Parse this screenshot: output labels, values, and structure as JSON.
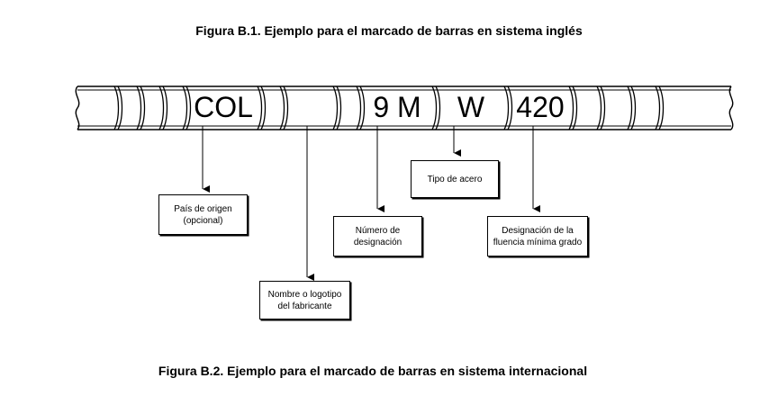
{
  "captions": {
    "top": "Figura B.1. Ejemplo para el marcado de barras en sistema inglés",
    "bottom": "Figura B.2. Ejemplo para el marcado de barras en sistema internacional"
  },
  "bar_markings": {
    "origin": "COL",
    "designation": "9 M",
    "steel_type": "W",
    "grade": "420"
  },
  "labels": {
    "origin": "País de origen (opcional)",
    "manufacturer": "Nombre o logotipo del fabricante",
    "designation_number": "Número de designación",
    "steel_type": "Tipo de acero",
    "yield_grade": "Designación de la fluencia mínima grado"
  }
}
